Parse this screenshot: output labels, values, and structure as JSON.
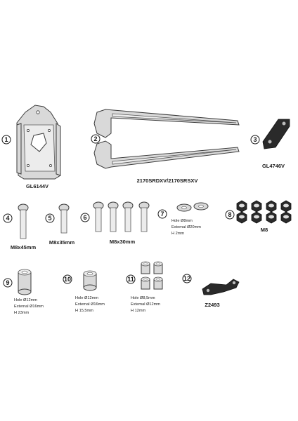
{
  "parts": [
    {
      "number": "1",
      "label": "GL6144V"
    },
    {
      "number": "2",
      "label": "2170SRDXV/2170SRSXV"
    },
    {
      "number": "3",
      "label": "GL4746V"
    },
    {
      "number": "4",
      "label": "M8x45mm"
    },
    {
      "number": "5",
      "label": "M8x35mm"
    },
    {
      "number": "6",
      "label": "M8x30mm"
    },
    {
      "number": "7",
      "label": "",
      "spec": [
        "Hole Ø8mm",
        "External Ø20mm",
        "H 2mm"
      ]
    },
    {
      "number": "8",
      "label": "M8"
    },
    {
      "number": "9",
      "label": "",
      "spec": [
        "Hole Ø12mm",
        "External Ø16mm",
        "H 23mm"
      ]
    },
    {
      "number": "10",
      "label": "",
      "spec": [
        "Hole Ø12mm",
        "External Ø16mm",
        "H 15,5mm"
      ]
    },
    {
      "number": "11",
      "label": "",
      "spec": [
        "Hole Ø8,5mm",
        "External Ø12mm",
        "H 12mm"
      ]
    },
    {
      "number": "12",
      "label": "Z2493"
    }
  ]
}
